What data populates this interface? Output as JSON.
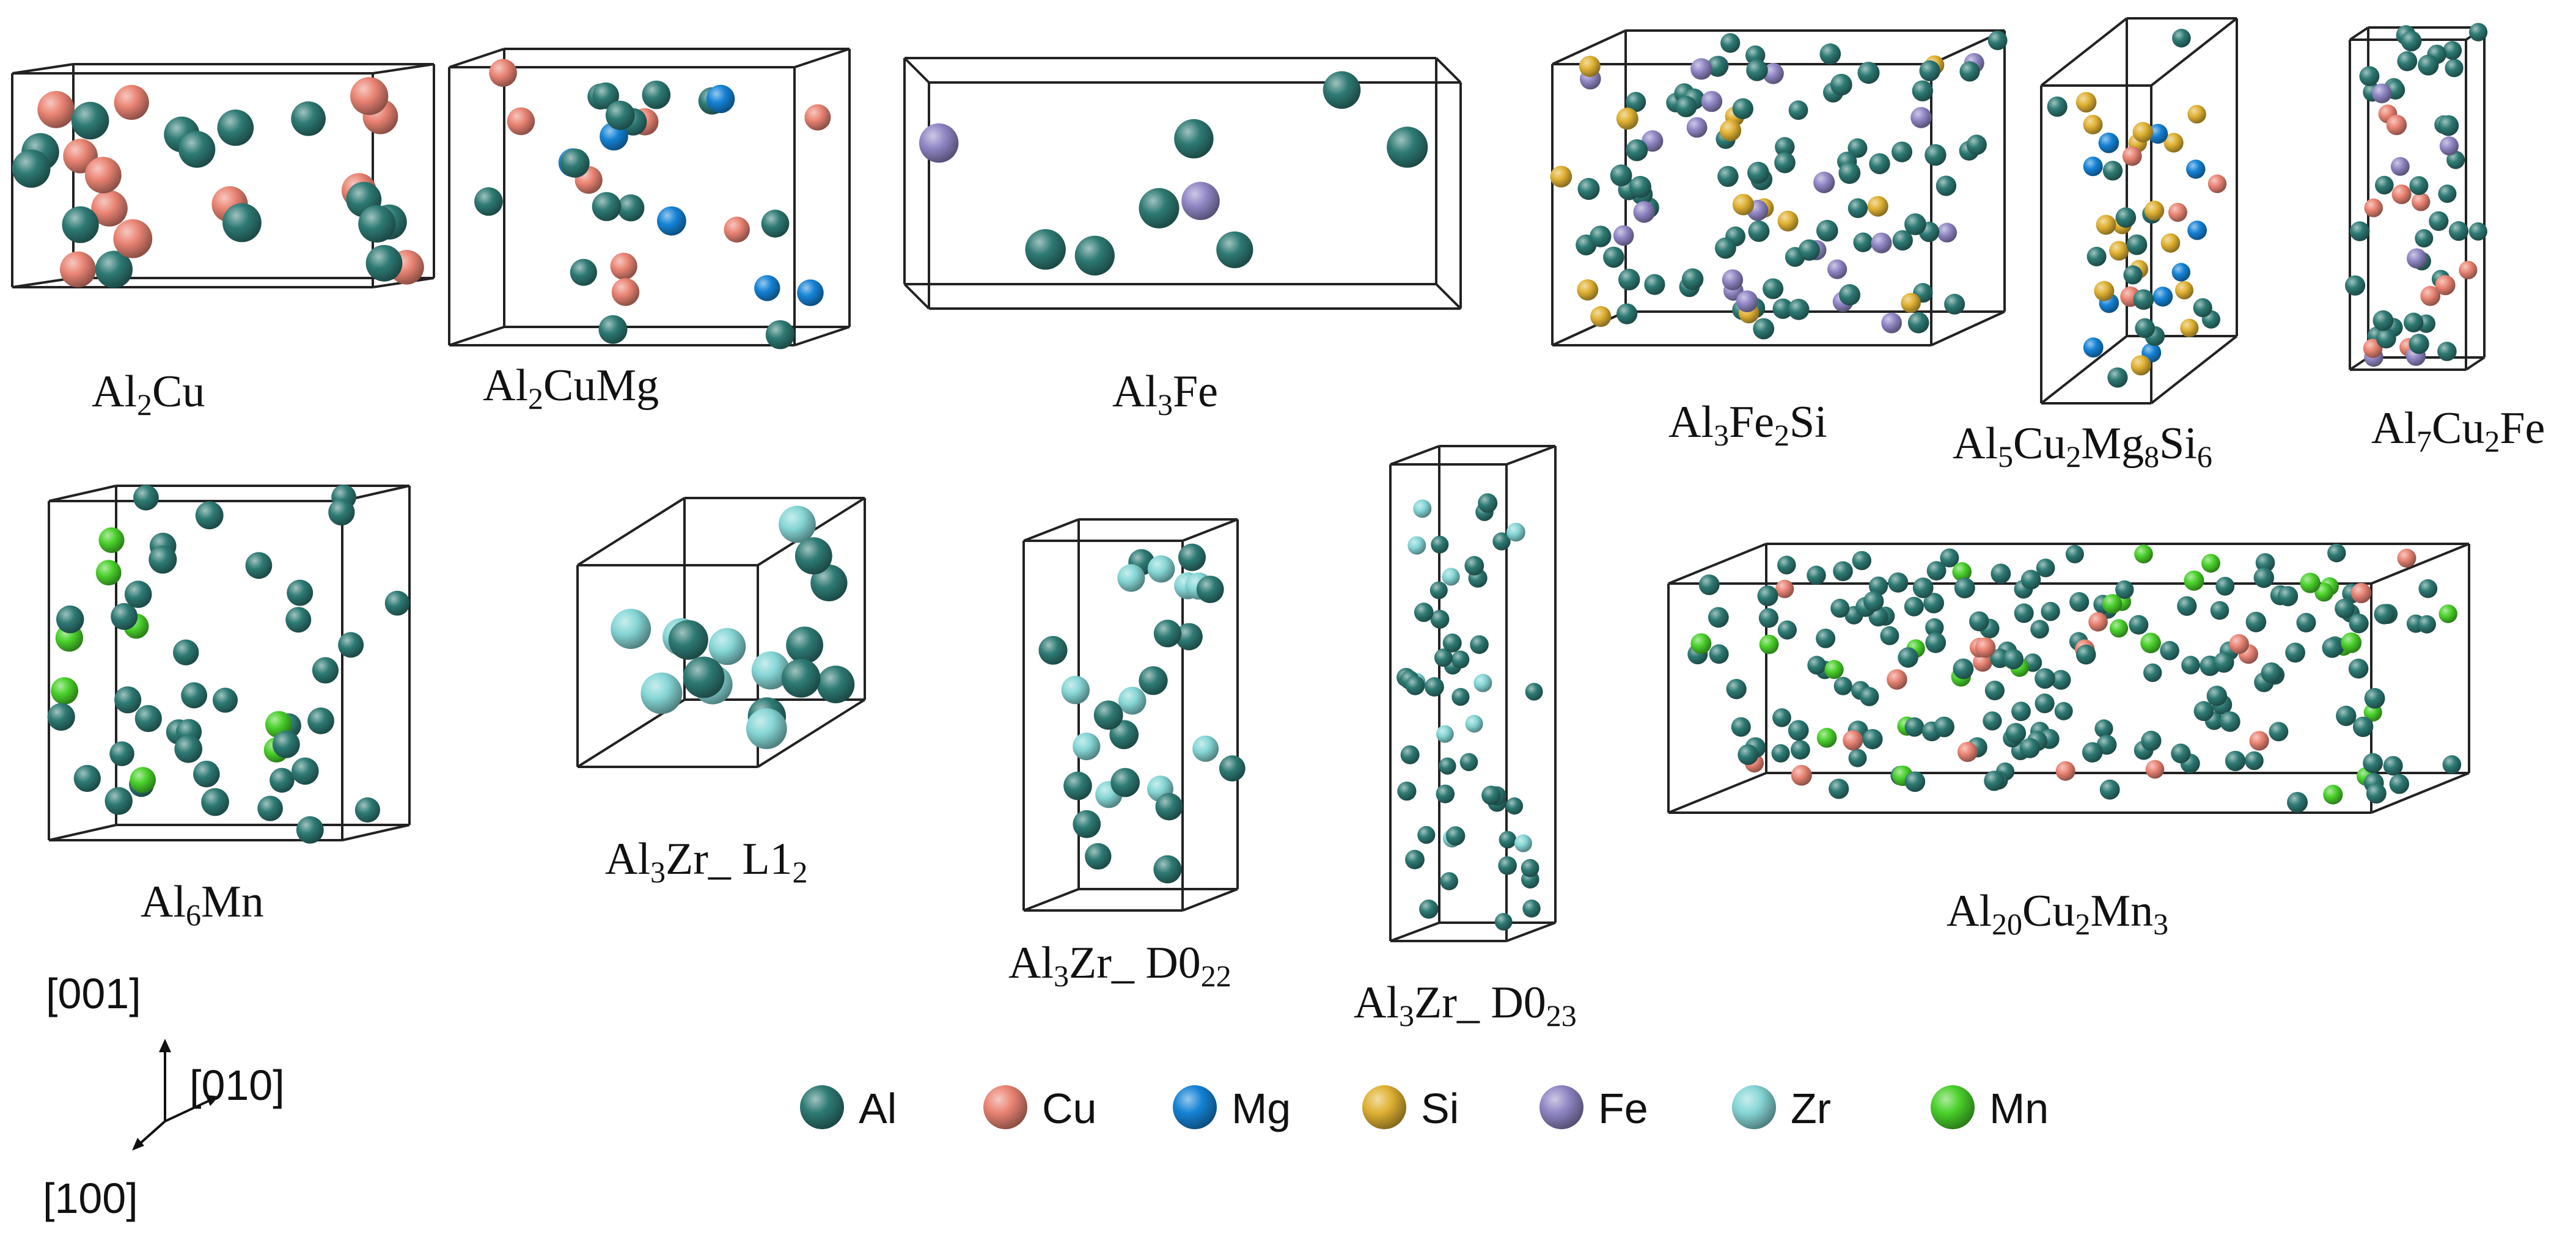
{
  "elements": {
    "Al": {
      "label": "Al",
      "color": "#2e7a74"
    },
    "Cu": {
      "label": "Cu",
      "color": "#ea8474"
    },
    "Mg": {
      "label": "Mg",
      "color": "#1583d6"
    },
    "Si": {
      "label": "Si",
      "color": "#e0b233"
    },
    "Fe": {
      "label": "Fe",
      "color": "#9087c5"
    },
    "Zr": {
      "label": "Zr",
      "color": "#86d6d6"
    },
    "Mn": {
      "label": "Mn",
      "color": "#4ad12b"
    }
  },
  "legend_order": [
    "Al",
    "Cu",
    "Mg",
    "Si",
    "Fe",
    "Zr",
    "Mn"
  ],
  "axes": {
    "z": "[001]",
    "y": "[010]",
    "x": "[100]"
  },
  "structures": [
    {
      "id": "al2cu",
      "label": [
        [
          "Al",
          ""
        ],
        [
          "2",
          "sub"
        ],
        [
          "Cu",
          ""
        ]
      ]
    },
    {
      "id": "al2cumg",
      "label": [
        [
          "Al",
          ""
        ],
        [
          "2",
          "sub"
        ],
        [
          "CuMg",
          ""
        ]
      ]
    },
    {
      "id": "al3fe",
      "label": [
        [
          "Al",
          ""
        ],
        [
          "3",
          "sub"
        ],
        [
          "Fe",
          ""
        ]
      ]
    },
    {
      "id": "al3fe2si",
      "label": [
        [
          "Al",
          ""
        ],
        [
          "3",
          "sub"
        ],
        [
          "Fe",
          ""
        ],
        [
          "2",
          "sub"
        ],
        [
          "Si",
          ""
        ]
      ]
    },
    {
      "id": "al5cu2mg8si6",
      "label": [
        [
          "Al",
          ""
        ],
        [
          "5",
          "sub"
        ],
        [
          "Cu",
          ""
        ],
        [
          "2",
          "sub"
        ],
        [
          "Mg",
          ""
        ],
        [
          "8",
          "sub"
        ],
        [
          "Si",
          ""
        ],
        [
          "6",
          "sub"
        ]
      ]
    },
    {
      "id": "al7cu2fe",
      "label": [
        [
          "Al",
          ""
        ],
        [
          "7",
          "sub"
        ],
        [
          "Cu",
          ""
        ],
        [
          "2",
          "sub"
        ],
        [
          "Fe",
          ""
        ]
      ]
    },
    {
      "id": "al6mn",
      "label": [
        [
          "Al",
          ""
        ],
        [
          "6",
          "sub"
        ],
        [
          "Mn",
          ""
        ]
      ]
    },
    {
      "id": "al3zr_l12",
      "label": [
        [
          "Al",
          ""
        ],
        [
          "3",
          "sub"
        ],
        [
          "Zr_ L1",
          ""
        ],
        [
          "2",
          "sub"
        ]
      ]
    },
    {
      "id": "al3zr_d022",
      "label": [
        [
          "Al",
          ""
        ],
        [
          "3",
          "sub"
        ],
        [
          "Zr_ D0",
          ""
        ],
        [
          "22",
          "sub"
        ]
      ]
    },
    {
      "id": "al3zr_d023",
      "label": [
        [
          "Al",
          ""
        ],
        [
          "3",
          "sub"
        ],
        [
          "Zr_ D0",
          ""
        ],
        [
          "23",
          "sub"
        ]
      ]
    },
    {
      "id": "al20cu2mn3",
      "label": [
        [
          "Al",
          ""
        ],
        [
          "20",
          "sub"
        ],
        [
          "Cu",
          ""
        ],
        [
          "2",
          "sub"
        ],
        [
          "Mn",
          ""
        ],
        [
          "3",
          "sub"
        ]
      ]
    }
  ]
}
